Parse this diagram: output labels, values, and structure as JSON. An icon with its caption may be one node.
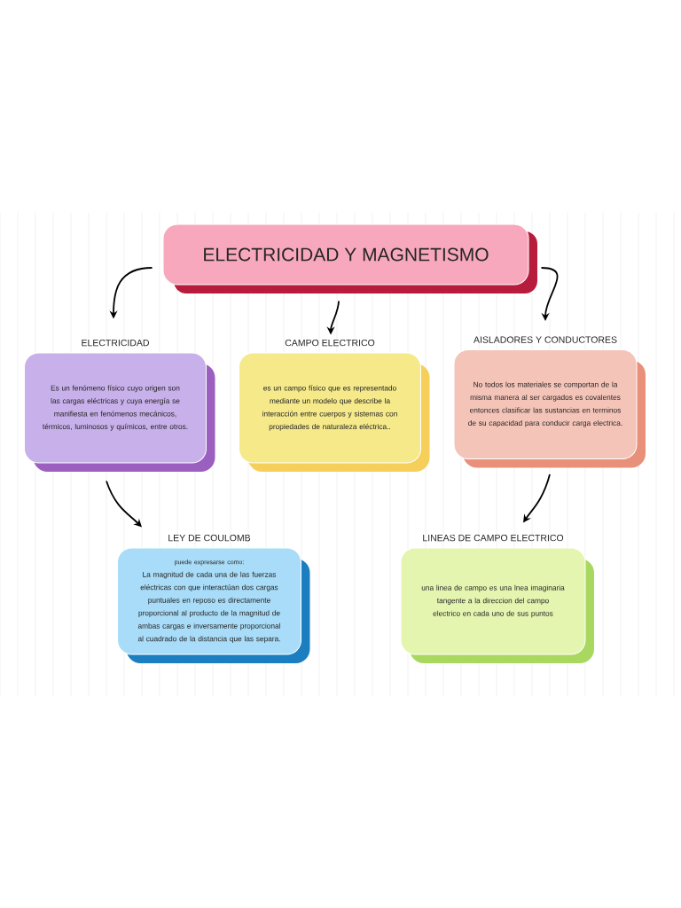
{
  "diagram": {
    "nodes": [
      {
        "text": [
          "ELECTRICIDAD Y MAGNETISMO"
        ]
      },
      {
        "text": [
          "ELECTRICIDAD",
          "Es un fenómeno físico cuyo origen son las cargas eléctricas y cuya energía se manifiesta en fenómenos mecánicos, térmicos, luminosos y químicos, entre otros."
        ]
      },
      {
        "text": [
          "CAMPO ELECTRICO",
          "es un campo físico que es representado mediante un modelo que describe la interacción entre cuerpos y sistemas con propiedades de naturaleza eléctrica.."
        ]
      },
      {
        "text": [
          "AISLADORES Y CONDUCTORES",
          "No todos los materiales se comportan de la misma manera al ser cargados es covalentes entonces clasificar las sustancias en terminos de su capacidad para conducir carga electrica."
        ]
      },
      {
        "text": [
          "LEY DE COULOMB",
          "puede expresarse como:",
          "La magnitud de cada una de las fuerzas eléctricas con que interactúan dos cargas puntuales en reposo es directamente proporcional al producto de la magnitud de ambas cargas e inversamente proporcional al cuadrado de la distancia que las separa."
        ]
      },
      {
        "text": [
          "LINEAS DE CAMPO ELECTRICO",
          "una linea de campo es una lnea imaginaria tangente a la direccion del campo electrico en cada uno de sus puntos"
        ]
      }
    ],
    "edges": [
      {
        "from": 0,
        "to": 1,
        "arrow": "to"
      },
      {
        "from": 0,
        "to": 2,
        "arrow": "to"
      },
      {
        "from": 0,
        "to": 3,
        "arrow": "to"
      },
      {
        "from": 1,
        "to": 4,
        "arrow": "to"
      },
      {
        "from": 3,
        "to": 5,
        "arrow": "to"
      }
    ]
  }
}
